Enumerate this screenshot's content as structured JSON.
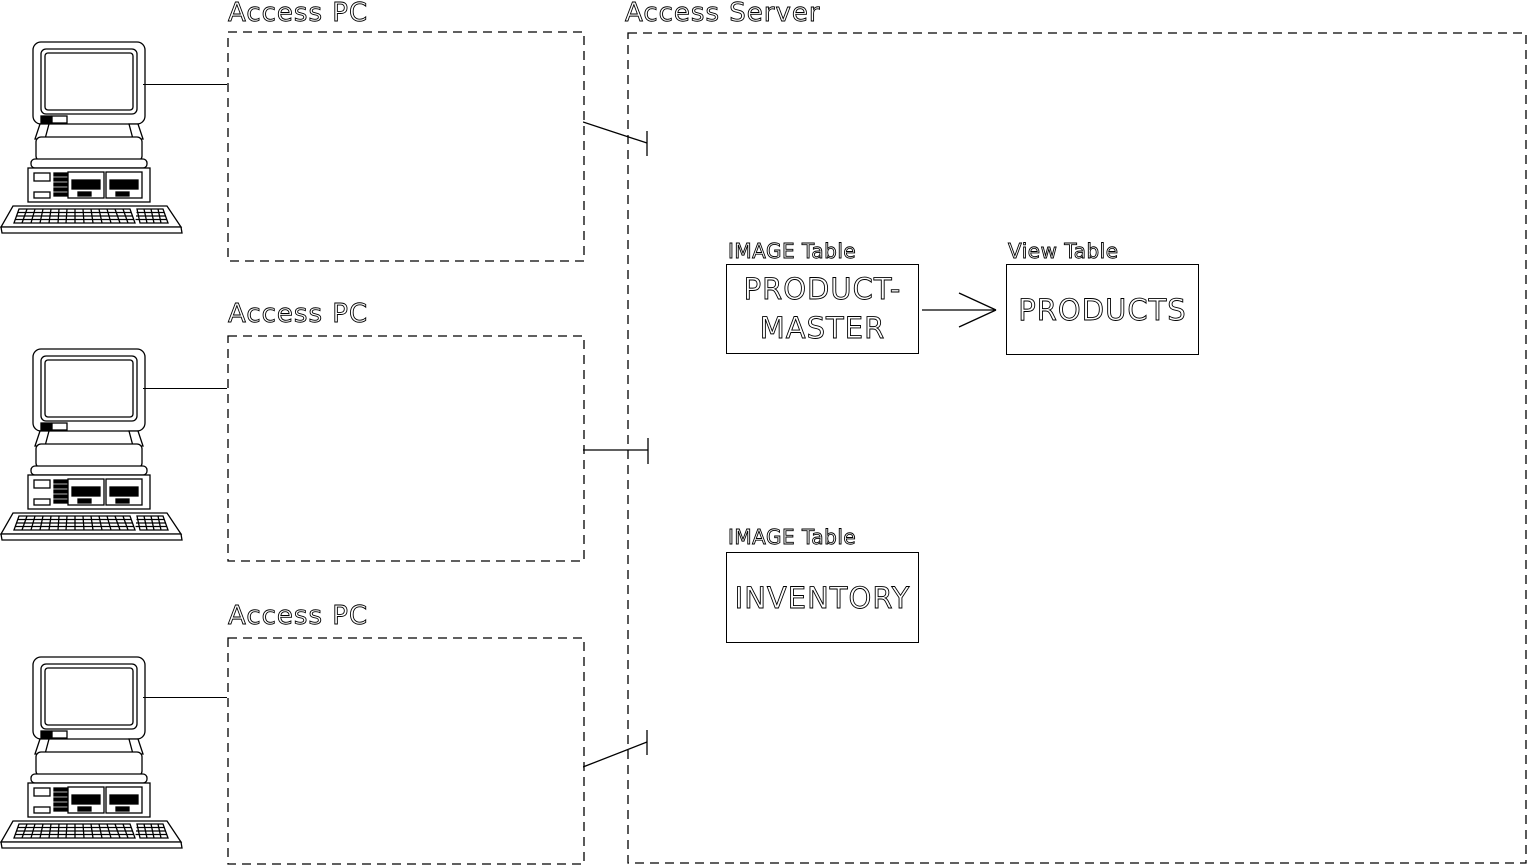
{
  "diagram": {
    "server": {
      "label": "Access Server"
    },
    "access_pcs": [
      {
        "label": "Access PC"
      },
      {
        "label": "Access PC"
      },
      {
        "label": "Access PC"
      }
    ],
    "tables": {
      "product_master": {
        "type_label": "IMAGE Table",
        "line1": "PRODUCT-",
        "line2": "MASTER"
      },
      "products": {
        "type_label": "View Table",
        "name": "PRODUCTS"
      },
      "inventory": {
        "type_label": "IMAGE Table",
        "name": "INVENTORY"
      }
    },
    "icons": {
      "computer": "desktop-computer-icon",
      "arrow": "open-right-arrow-icon",
      "connector": "line-terminator-icon"
    },
    "colors": {
      "line": "#000000",
      "background": "#ffffff"
    }
  }
}
